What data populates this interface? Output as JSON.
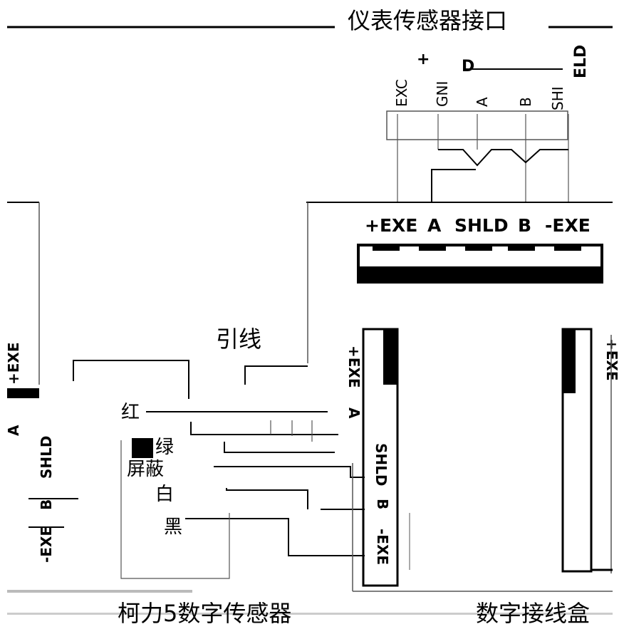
{
  "title_top": "仪表传感器接口",
  "top_pins": [
    "EXC",
    "GNI",
    "A",
    "B",
    "SHI"
  ],
  "top_marks": {
    "plus": "+",
    "d": "D",
    "eld": "ELD"
  },
  "main_terminal": [
    "+EXE",
    "A",
    "SHLD",
    "B",
    "-EXE"
  ],
  "lead_label": "引线",
  "wire_colors": [
    "红",
    "绿",
    "屏蔽",
    "白",
    "黑"
  ],
  "mid_terminal": [
    "+EXE",
    "A",
    "SHLD",
    "B",
    "-EXE"
  ],
  "left_terminal": [
    "-EXE",
    "B",
    "SHLD",
    "A",
    "+EXE"
  ],
  "right_terminal_top": "+EXE",
  "bottom_labels": {
    "sensor": "柯力5数字传感器",
    "box": "数字接线盒"
  }
}
